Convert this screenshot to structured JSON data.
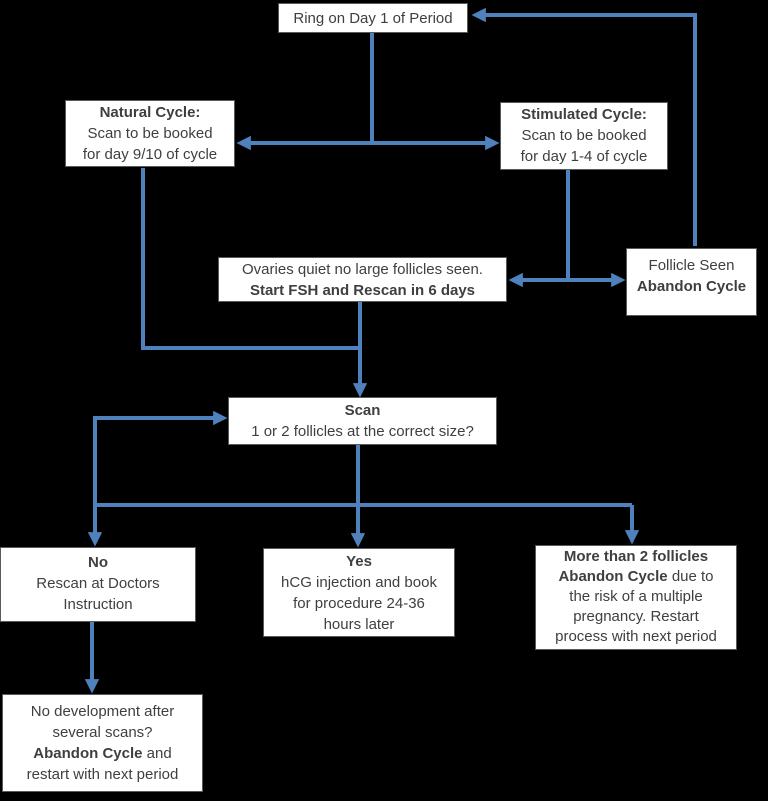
{
  "canvas": {
    "background": "#000000",
    "arrow_color": "#4f81bd",
    "box_background": "#ffffff",
    "box_border": "#595959",
    "text_color": "#3f3f3f"
  },
  "nodes": {
    "ring": {
      "text": "Ring on Day 1 of Period"
    },
    "natural": {
      "title": "Natural Cycle:",
      "line1": "Scan to be booked",
      "line2": "for day 9/10 of cycle"
    },
    "stimulated": {
      "title": "Stimulated Cycle:",
      "line1": "Scan to be booked",
      "line2": "for day 1-4 of cycle"
    },
    "ovaries": {
      "line1": "Ovaries quiet no large follicles seen.",
      "line2_bold": "Start FSH and Rescan in 6 days"
    },
    "follicle": {
      "line1": "Follicle Seen",
      "line2_bold": "Abandon Cycle"
    },
    "scan": {
      "title": "Scan",
      "line1": "1 or 2 follicles at the correct size?"
    },
    "no": {
      "title": "No",
      "line1": "Rescan at Doctors",
      "line2": "Instruction"
    },
    "yes": {
      "title": "Yes",
      "line1": "hCG injection and book",
      "line2": "for procedure 24-36",
      "line3": "hours later"
    },
    "more": {
      "line1_bold": "More than 2 follicles",
      "line2_bold": "Abandon Cycle",
      "line2_rest": " due to",
      "line3": "the risk of a multiple",
      "line4": "pregnancy. Restart",
      "line5": "process with next period"
    },
    "nodev": {
      "line1": "No development after",
      "line2": "several scans?",
      "line3_bold": "Abandon Cycle",
      "line3_rest": " and",
      "line4": "restart with next period"
    }
  },
  "edges": [
    {
      "from": "ring",
      "to": "natural"
    },
    {
      "from": "ring",
      "to": "stimulated"
    },
    {
      "from": "stimulated",
      "to": "ovaries"
    },
    {
      "from": "stimulated",
      "to": "follicle"
    },
    {
      "from": "follicle",
      "to": "ring"
    },
    {
      "from": "natural",
      "to": "scan"
    },
    {
      "from": "ovaries",
      "to": "scan"
    },
    {
      "from": "no-branch",
      "to": "scan"
    },
    {
      "from": "scan",
      "to": "no"
    },
    {
      "from": "scan",
      "to": "yes"
    },
    {
      "from": "scan",
      "to": "more"
    },
    {
      "from": "no",
      "to": "nodev"
    }
  ]
}
